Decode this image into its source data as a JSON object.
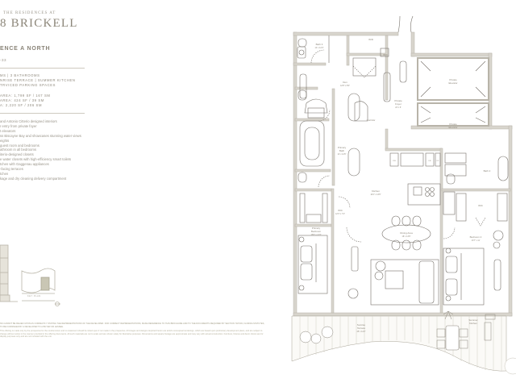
{
  "header": {
    "eyebrow": "THE RESIDENCES AT",
    "brand": "8 BRICKELL"
  },
  "residence": {
    "title": "ENCE A NORTH",
    "floors": "-33"
  },
  "specs": {
    "rooms_line": "MS  |  3 BATHROOMS",
    "outdoor_line": "NRISE TERRACE  |  SUMMER KITCHEN",
    "parking_line": "TRVICED PARKING SPACES",
    "interior_area": "AREA: 1,799 SF / 167 SM",
    "exterior_area": "AREA: 424 SF / 39 SM",
    "total_area": "A: 2,220 SF / 206 SM"
  },
  "features": [
    "and Antonio Citterio designed interiors",
    "r entry from private foyer",
    "t elevators",
    "ss Biscayne Bay and showcases stunning water views",
    "eights",
    "guest room and bedrooms",
    "athroom in all bedrooms",
    "iterio-designed closets",
    "e water closets with high-efficiency smart toilets",
    "tchen with Gaggenau appliances",
    "-facing terraces",
    "tchen",
    "kage and dry cleaning delivery compartment"
  ],
  "keyplan": {
    "label": "KEY PLAN"
  },
  "legal": {
    "heading": "NS CANNOT BE RELIED UPON AS CORRECTLY STATING THE REPRESENTATIONS OF THE DEVELOPER. FOR CORRECT REPRESENTATIONS, MAKE REFERENCE TO THIS BROCHURE AND TO THE DOCUMENTS REQUIRED BY SECTION 718.503, FLORIDA STATUTES, TO BE FURNISHED BY A DEVELOPER TO A BUYER OR LESSEE.",
    "body": "This offering is made only by the prospectus for the condominium and no statement should be relied upon if not made in the prospectus. All images and designs depicted herein are artist's conceptual renderings, which are based upon preliminary development plans, and are subject to change without notice in the manner provided in the offering documents. All such materials are not to scale and are shown solely for illustrative purposes. Dimensions and square footage are approximate and may vary with actual construction. Furniture, fixtures and decor shown are for display purposes only and are not included with the unit."
  },
  "floorplan": {
    "rooms": [
      {
        "name": "Bath 3",
        "dims": "14' x 12'4\""
      },
      {
        "name": "W/D",
        "dims": ""
      },
      {
        "name": "WIC",
        "dims": ""
      },
      {
        "name": "Den",
        "dims": "12'8\" x 8'9\""
      },
      {
        "name": "Private Foyer",
        "dims": "22' x 6'"
      },
      {
        "name": "Private Elevator",
        "dims": ""
      },
      {
        "name": "Private Elevator",
        "dims": ""
      },
      {
        "name": "Corridor",
        "dims": ""
      },
      {
        "name": "Primary Bath",
        "dims": "14' x 12'6\""
      },
      {
        "name": "Kitchen",
        "dims": "10'4\" x 13'6\""
      },
      {
        "name": "Bath 2",
        "dims": ""
      },
      {
        "name": "WIC",
        "dims": "12'3\" x 7'4\""
      },
      {
        "name": "WIC",
        "dims": ""
      },
      {
        "name": "Primary Bedroom",
        "dims": "15'8\" x 13'3\""
      },
      {
        "name": "Dining Area",
        "dims": "18' x 13'6\""
      },
      {
        "name": "Bedroom 2",
        "dims": "13'7\" x 11'"
      },
      {
        "name": "Sunrise Terrace",
        "dims": "45' x 12'2\""
      },
      {
        "name": "Summer Kitchen",
        "dims": ""
      }
    ],
    "appliances": [
      "DW",
      "FR",
      "FZ"
    ],
    "colors": {
      "wall": "#d6d3cb",
      "line": "#6f6a60",
      "text": "#8e887c"
    }
  }
}
